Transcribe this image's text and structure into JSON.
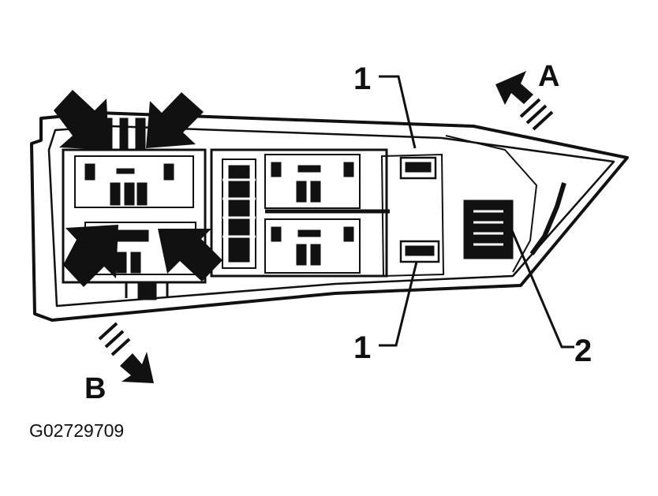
{
  "figure": {
    "id": "G02729709",
    "callouts": {
      "upper_1": "1",
      "lower_1": "1",
      "item_2": "2"
    },
    "views": {
      "a": "A",
      "b": "B"
    }
  },
  "colors": {
    "ink": "#111111",
    "paper": "#ffffff"
  }
}
